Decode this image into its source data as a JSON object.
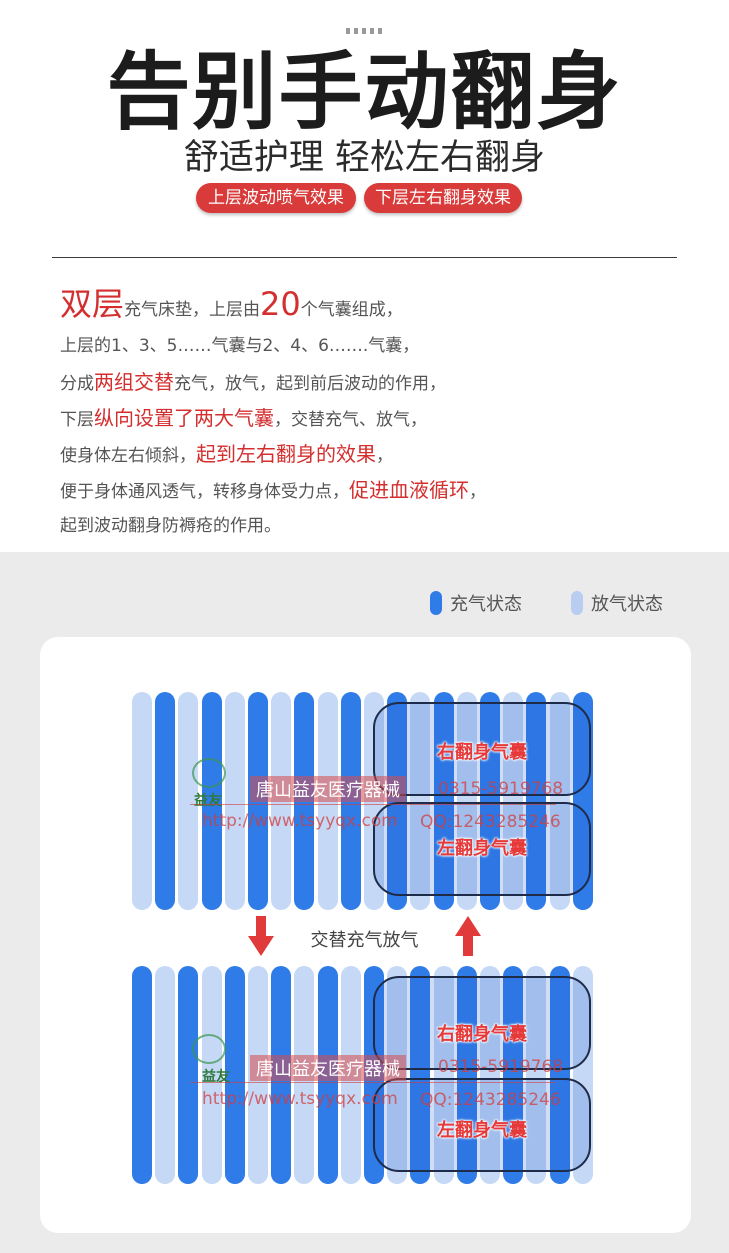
{
  "header": {
    "title": "告别手动翻身",
    "subtitle": "舒适护理  轻松左右翻身",
    "pills": [
      "上层波动喷气效果",
      "下层左右翻身效果"
    ]
  },
  "description": {
    "lines": [
      [
        {
          "t": "双层",
          "s": "big"
        },
        {
          "t": "充气床垫，上层由"
        },
        {
          "t": "20",
          "s": "big"
        },
        {
          "t": "个气囊组成，"
        }
      ],
      [
        {
          "t": "上层的1、3、5……气囊与2、4、6…….气囊，"
        }
      ],
      [
        {
          "t": "分成"
        },
        {
          "t": "两组交替",
          "s": "red"
        },
        {
          "t": "充气，放气，起到前后波动的作用，"
        }
      ],
      [
        {
          "t": "下层"
        },
        {
          "t": "纵向设置了两大气囊",
          "s": "red"
        },
        {
          "t": "，交替充气、放气，"
        }
      ],
      [
        {
          "t": "使身体左右倾斜，"
        },
        {
          "t": "起到左右翻身的效果",
          "s": "red"
        },
        {
          "t": "，"
        }
      ],
      [
        {
          "t": "便于身体通风透气，转移身体受力点，"
        },
        {
          "t": "促进血液循环",
          "s": "red"
        },
        {
          "t": "，"
        }
      ],
      [
        {
          "t": "起到波动翻身防褥疮的作用。"
        }
      ]
    ]
  },
  "legend": {
    "inflated": "充气状态",
    "deflated": "放气状态",
    "inflated_color": "#2f7be8",
    "deflated_color": "#b8cdf0"
  },
  "diagram": {
    "top_pattern": [
      "off",
      "on",
      "off",
      "on",
      "off",
      "on",
      "off",
      "on",
      "off",
      "on",
      "off",
      "on",
      "off",
      "on",
      "off",
      "on",
      "off",
      "on",
      "off",
      "on"
    ],
    "bottom_pattern": [
      "on",
      "off",
      "on",
      "off",
      "on",
      "off",
      "on",
      "off",
      "on",
      "off",
      "on",
      "off",
      "on",
      "off",
      "on",
      "off",
      "on",
      "off",
      "on",
      "off"
    ],
    "right_bladder": "右翻身气囊",
    "left_bladder": "左翻身气囊",
    "alternate_label": "交替充气放气"
  },
  "watermark": {
    "logo_text": "益友",
    "company": "唐山益友医疗器械",
    "phone": "0315-5919768",
    "url": "http://www.tsyyqx.com",
    "qq": "QQ:1243285246"
  }
}
